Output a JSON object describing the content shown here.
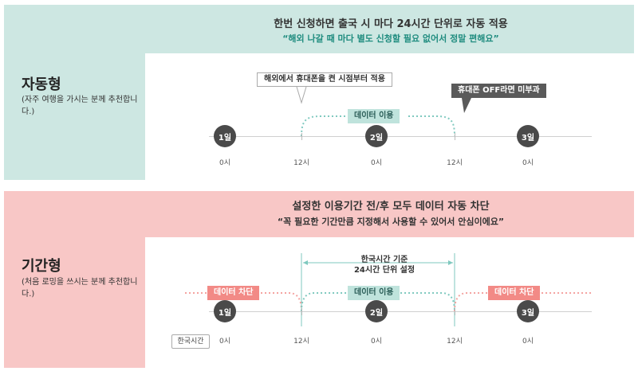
{
  "auto": {
    "headline": "한번 신청하면 출국 시 마다 24시간 단위로 자동 적용",
    "subline": "“해외 나갈 때 마다 별도 신청할 필요 없어서 정말 편해요”",
    "title": "자동형",
    "desc": "(자주 여행을 가시는 분께 추천합니다.)",
    "callout_start": "해외에서 휴대폰을 켠 시점부터 적용",
    "callout_off": "휴대폰 OFF라면 미부과",
    "data_use": "데이터 이용",
    "days": [
      "1일",
      "2일",
      "3일"
    ],
    "times": [
      "0시",
      "12시",
      "0시",
      "12시",
      "0시"
    ]
  },
  "period": {
    "headline": "설정한 이용기간 전/후 모두 데이터 자동 차단",
    "subline": "“꼭 필요한 기간만큼 지정해서 사용할 수 있어서 안심이에요”",
    "title": "기간형",
    "desc": "(처음 로밍을 쓰시는 분께 추천합니다.)",
    "range_note_1": "한국시간 기준",
    "range_note_2": "24시간 단위 설정",
    "data_block": "데이터 차단",
    "data_use": "데이터 이용",
    "kst": "한국시간",
    "days": [
      "1일",
      "2일",
      "3일"
    ],
    "times": [
      "0시",
      "12시",
      "0시",
      "12시",
      "0시"
    ]
  },
  "colors": {
    "teal_bg": "#cde7e2",
    "red_bg": "#f8c7c6",
    "teal_line": "#7fc9bf",
    "red_line": "#f4a3a0",
    "day_circle": "#4a4a4a"
  }
}
